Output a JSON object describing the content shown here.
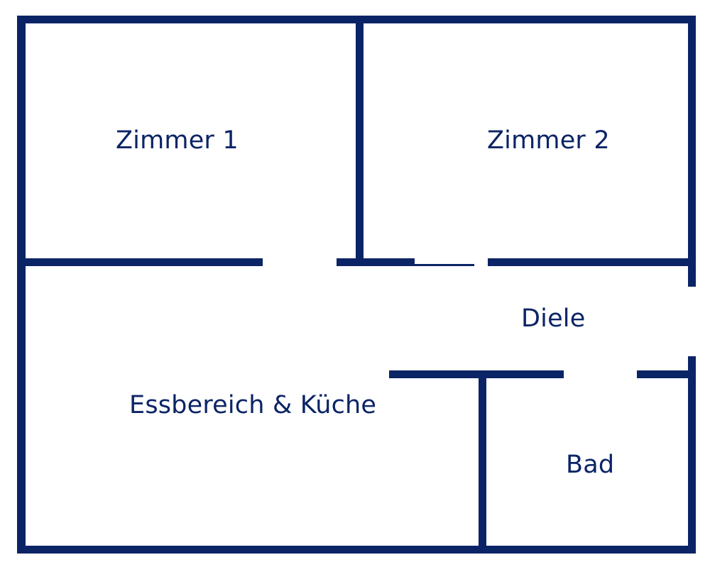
{
  "floor_plan": {
    "wall_color": "#0b2466",
    "background_color": "#ffffff",
    "rooms": {
      "zimmer_1": "Zimmer 1",
      "zimmer_2": "Zimmer 2",
      "diele": "Diele",
      "essbereich_kueche": "Essbereich & Küche",
      "bad": "Bad"
    }
  }
}
